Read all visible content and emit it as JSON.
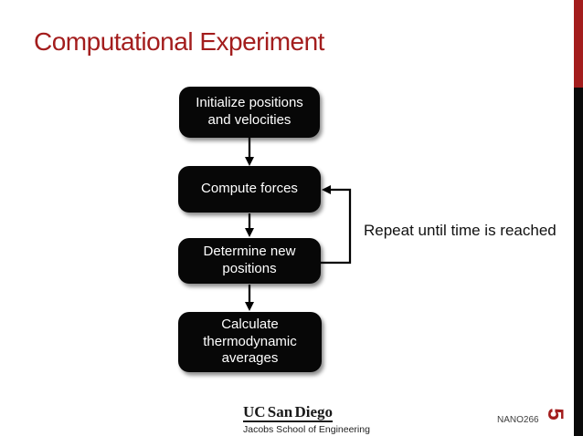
{
  "slide": {
    "title": "Computational Experiment",
    "page_number": "5",
    "colors": {
      "accent_red": "#A31D1D",
      "box_black": "#070707",
      "background": "#FFFFFF"
    },
    "flowchart": {
      "steps": [
        {
          "label": "Initialize positions and velocities"
        },
        {
          "label": "Compute forces"
        },
        {
          "label": "Determine new positions"
        },
        {
          "label": "Calculate thermodynamic averages"
        }
      ],
      "loop_label": "Repeat until time is reached"
    },
    "footer": {
      "logo_primary": "UC San Diego",
      "logo_secondary": "Jacobs School of Engineering",
      "course_code": "NANO266"
    }
  }
}
